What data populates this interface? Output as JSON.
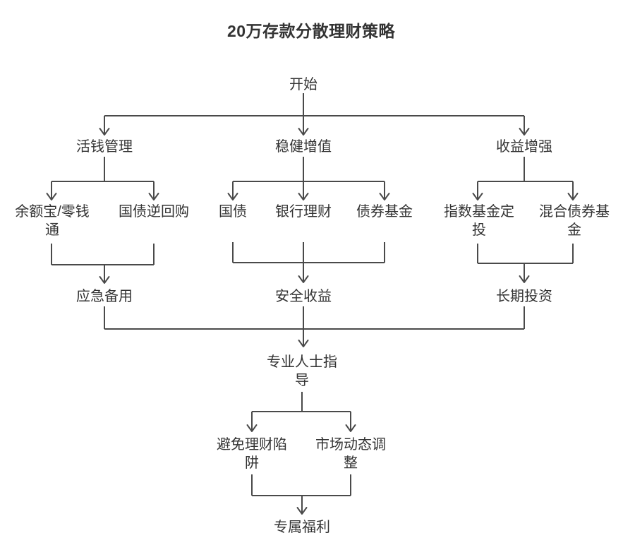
{
  "title": "20万存款分散理财策略",
  "colors": {
    "background": "#ffffff",
    "line": "#4a4a4a",
    "text": "#333333"
  },
  "flowchart": {
    "nodes": {
      "start": {
        "label": "开始"
      },
      "branch_liquid": {
        "label": "活钱管理"
      },
      "branch_steady": {
        "label": "稳健增值"
      },
      "branch_enhance": {
        "label": "收益增强"
      },
      "leaf_yuebao": {
        "label": "余额宝/零钱通"
      },
      "leaf_reverse_repo": {
        "label": "国债逆回购"
      },
      "leaf_treasury": {
        "label": "国债"
      },
      "leaf_bank_wm": {
        "label": "银行理财"
      },
      "leaf_bond_fund": {
        "label": "债券基金"
      },
      "leaf_index_aip": {
        "label": "指数基金定投"
      },
      "leaf_mixed_bond": {
        "label": "混合债券基金"
      },
      "goal_emergency": {
        "label": "应急备用"
      },
      "goal_safe": {
        "label": "安全收益"
      },
      "goal_longterm": {
        "label": "长期投资"
      },
      "hub_expert": {
        "label": "专业人士指导"
      },
      "sub_avoid_traps": {
        "label": "避免理财陷阱"
      },
      "sub_market_adjust": {
        "label": "市场动态调整"
      },
      "final_benefit": {
        "label": "专属福利"
      }
    },
    "edges": [
      {
        "from": "开始",
        "to": "活钱管理"
      },
      {
        "from": "开始",
        "to": "稳健增值"
      },
      {
        "from": "开始",
        "to": "收益增强"
      },
      {
        "from": "活钱管理",
        "to": "余额宝/零钱通"
      },
      {
        "from": "活钱管理",
        "to": "国债逆回购"
      },
      {
        "from": "稳健增值",
        "to": "国债"
      },
      {
        "from": "稳健增值",
        "to": "银行理财"
      },
      {
        "from": "稳健增值",
        "to": "债券基金"
      },
      {
        "from": "收益增强",
        "to": "指数基金定投"
      },
      {
        "from": "收益增强",
        "to": "混合债券基金"
      },
      {
        "from": "余额宝/零钱通",
        "to": "应急备用"
      },
      {
        "from": "国债逆回购",
        "to": "应急备用"
      },
      {
        "from": "国债",
        "to": "安全收益"
      },
      {
        "from": "银行理财",
        "to": "安全收益"
      },
      {
        "from": "债券基金",
        "to": "安全收益"
      },
      {
        "from": "指数基金定投",
        "to": "长期投资"
      },
      {
        "from": "混合债券基金",
        "to": "长期投资"
      },
      {
        "from": "应急备用",
        "to": "专业人士指导"
      },
      {
        "from": "安全收益",
        "to": "专业人士指导"
      },
      {
        "from": "长期投资",
        "to": "专业人士指导"
      },
      {
        "from": "专业人士指导",
        "to": "避免理财陷阱"
      },
      {
        "from": "专业人士指导",
        "to": "市场动态调整"
      },
      {
        "from": "避免理财陷阱",
        "to": "专属福利"
      },
      {
        "from": "市场动态调整",
        "to": "专属福利"
      }
    ]
  }
}
